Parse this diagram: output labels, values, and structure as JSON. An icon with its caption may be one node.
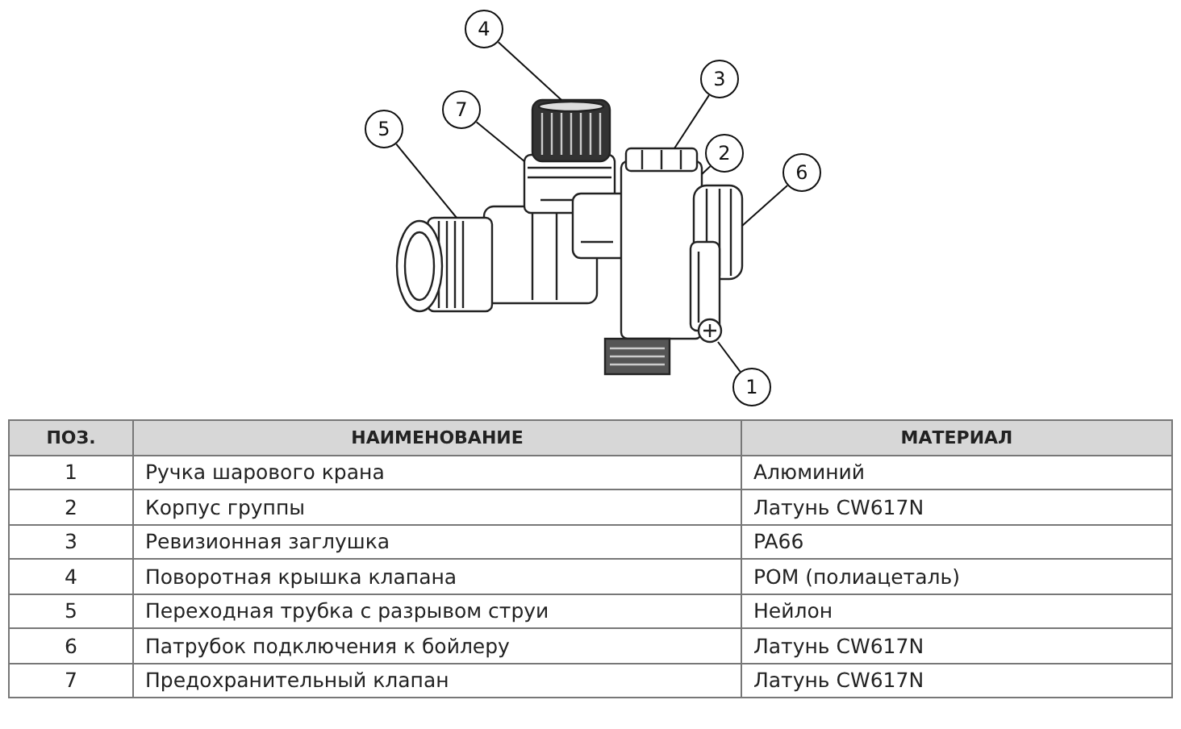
{
  "diagram": {
    "nodes": [
      {
        "text": [
          "4"
        ]
      },
      {
        "text": [
          "3"
        ]
      },
      {
        "text": [
          "7"
        ]
      },
      {
        "text": [
          "5"
        ]
      },
      {
        "text": [
          "2"
        ]
      },
      {
        "text": [
          "6"
        ]
      },
      {
        "text": [
          "1"
        ]
      },
      {
        "text": [],
        "shape": "picture"
      },
      {
        "text": [],
        "shape": "picture"
      },
      {
        "text": [],
        "shape": "picture"
      },
      {
        "text": [],
        "shape": "picture"
      },
      {
        "text": [],
        "shape": "picture"
      },
      {
        "text": [],
        "shape": "picture"
      },
      {
        "text": [],
        "shape": "picture"
      }
    ],
    "edges": [
      {
        "from": 0,
        "to": 9,
        "arrow": "none"
      },
      {
        "from": 1,
        "to": 11,
        "arrow": "none"
      },
      {
        "from": 2,
        "to": 8,
        "arrow": "none"
      },
      {
        "from": 3,
        "to": 7,
        "arrow": "none"
      },
      {
        "from": 4,
        "to": 10,
        "arrow": "none"
      },
      {
        "from": 5,
        "to": 13,
        "arrow": "none"
      },
      {
        "from": 6,
        "to": 12,
        "arrow": "none"
      }
    ],
    "labels": [
      "ПОЗ.",
      "НАИМЕНОВАНИЕ",
      "МАТЕРИАЛ",
      "1",
      "Ручка шарового крана",
      "Алюминий",
      "2",
      "Корпус группы",
      "Латунь CW617N",
      "3",
      "Ревизионная заглушка",
      "PA66",
      "4",
      "Поворотная крышка клапана",
      "POM (полиацеталь)",
      "5",
      "Переходная трубка с разрывом струи",
      "Нейлон",
      "6",
      "Патрубок подключения к бойлеру",
      "Латунь CW617N",
      "7",
      "Предохранительный клапан",
      "Латунь CW617N"
    ]
  }
}
